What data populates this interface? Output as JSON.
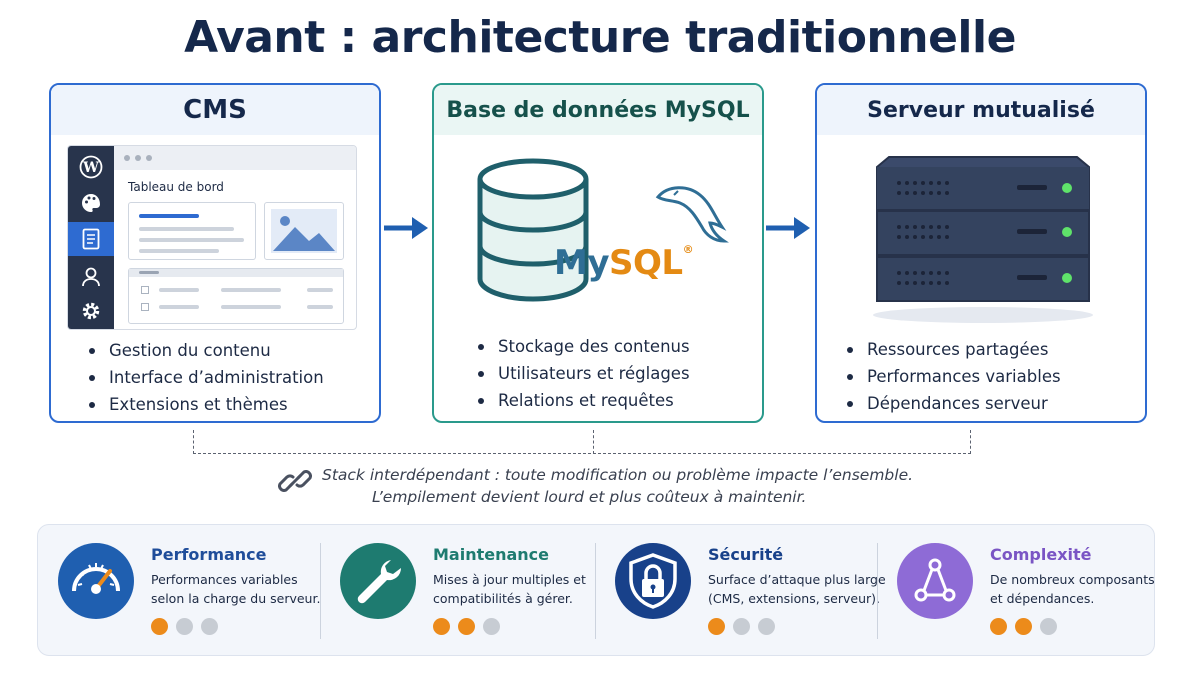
{
  "title": "Avant : architecture traditionnelle",
  "cards": {
    "cms": {
      "heading": "CMS",
      "dashboard_label": "Tableau de bord",
      "bullets": [
        "Gestion du contenu",
        "Interface d’administration",
        "Extensions et thèmes"
      ]
    },
    "db": {
      "heading": "Base de données MySQL",
      "logo_text_my": "My",
      "logo_text_sql": "SQL",
      "logo_mark": "®",
      "bullets": [
        "Stockage des contenus",
        "Utilisateurs et réglages",
        "Relations et requêtes"
      ]
    },
    "server": {
      "heading": "Serveur mutualisé",
      "bullets": [
        "Ressources partagées",
        "Performances variables",
        "Dépendances serveur"
      ]
    }
  },
  "note": {
    "line1": "Stack interdépendant : toute modification ou problème impacte l’ensemble.",
    "line2": "L’empilement devient lourd et plus coûteux à maintenir."
  },
  "features": [
    {
      "title": "Performance",
      "desc": "Performances variables selon la charge du serveur.",
      "color": "#1f5fb0",
      "level": 1,
      "max": 3,
      "icon": "speedometer-icon"
    },
    {
      "title": "Maintenance",
      "desc": "Mises à jour multiples et compatibilités à gérer.",
      "color": "#1e7b70",
      "level": 2,
      "max": 3,
      "icon": "wrench-icon"
    },
    {
      "title": "Sécurité",
      "desc": "Surface d’attaque plus large (CMS, extensions, serveur).",
      "color": "#18418a",
      "level": 1,
      "max": 3,
      "icon": "padlock-icon"
    },
    {
      "title": "Complexité",
      "desc": "De nombreux composants et dépendances.",
      "color": "#7a55c4",
      "level": 2,
      "max": 3,
      "icon": "network-icon"
    }
  ],
  "colors": {
    "cms_border": "#2e6bd1",
    "db_border": "#2a9a8c",
    "arrow": "#1f5fb0",
    "dot_on": "#ec8b1b",
    "dot_off": "#c7ccd3"
  }
}
